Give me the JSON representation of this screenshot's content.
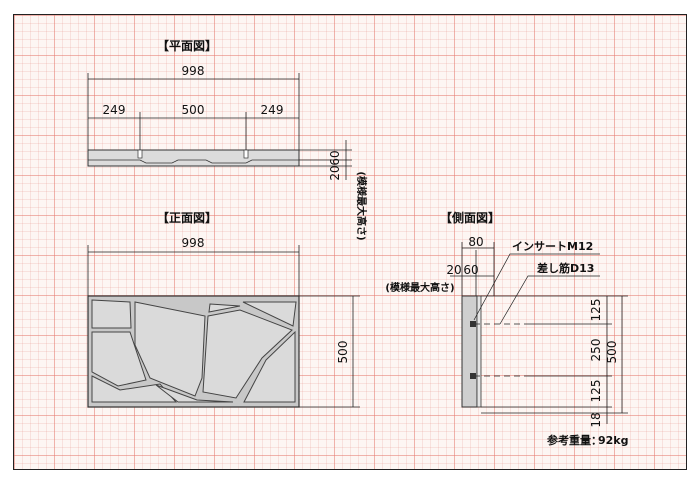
{
  "views": {
    "plan_title": "【平面図】",
    "front_title": "【正面図】",
    "side_title": "【側面図】"
  },
  "dimensions": {
    "plan_total": "998",
    "plan_left": "249",
    "plan_center": "500",
    "plan_right": "249",
    "plan_thickness": "60",
    "plan_relief": "20",
    "plan_relief_note": "(模様最大高さ)",
    "front_total": "998",
    "front_height": "500",
    "side_depth": "80",
    "side_relief": "20",
    "side_thickness": "60",
    "side_relief_note": "(模様最大高さ)",
    "side_top": "125",
    "side_mid": "250",
    "side_bottom": "125",
    "side_base": "18",
    "side_total": "500"
  },
  "callouts": {
    "insert": "インサートM12",
    "rebar": "差し筋D13"
  },
  "weight": {
    "label": "参考重量：",
    "value": "92kg"
  },
  "colors": {
    "grid_line": "#e6786e",
    "grid_bg": "#fdf6f3",
    "panel_fill": "#d9d9d9",
    "panel_edge": "#333333"
  }
}
